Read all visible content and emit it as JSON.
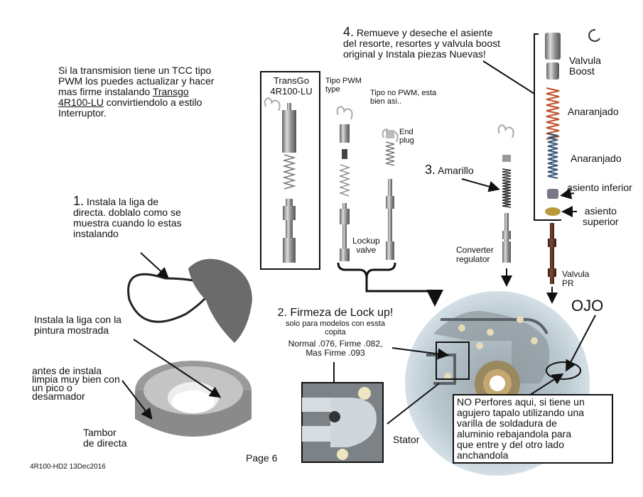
{
  "intro": {
    "line1": "Si la transmision tiene un TCC tipo",
    "line2": "PWM los puedes actualizar y hacer",
    "line3_prefix": "mas firme instalando ",
    "line3_link": "Transgo",
    "line4_link": "4R100-LU",
    "line4_suffix": " convirtiendolo a estilo",
    "line5": "Interruptor."
  },
  "transgo_box": {
    "line1": "TransGo",
    "line2": "4R100-LU"
  },
  "pwm_label": {
    "line1": "Tipo PWM",
    "line2": "type"
  },
  "no_pwm_label": {
    "line1": "Tipo no PWM, esta",
    "line2": "bien asi.."
  },
  "end_plug_label": {
    "line1": "End",
    "line2": "plug"
  },
  "lockup_label": {
    "line1": "Lockup",
    "line2": "valve"
  },
  "step4": {
    "number": "4.",
    "line1": "Remueve y deseche el asiente",
    "line2": "del resorte, resortes y valvula boost",
    "line3": "original y Instala piezas Nuevas!"
  },
  "boost_parts": {
    "valvula_boost": {
      "line1": "Valvula",
      "line2": "Boost"
    },
    "spring1": "Anaranjado",
    "spring2": "Anaranjado",
    "asiento_inferior": "asiento inferior",
    "asiento_superior": {
      "line1": "asiento",
      "line2": "superior"
    }
  },
  "step3": {
    "number": "3.",
    "text": "Amarillo"
  },
  "converter_label": {
    "line1": "Converter",
    "line2": "regulator"
  },
  "pr_label": {
    "line1": "Valvula",
    "line2": "PR"
  },
  "step1": {
    "number": "1.",
    "line1": "Instala la liga de",
    "line2": "directa. doblalo como se",
    "line3": "muestra cuando lo estas",
    "line4": "instalando"
  },
  "paint_note": {
    "line1": "Instala la liga con la",
    "line2": "pintura mostrada"
  },
  "clean_note": {
    "line1": "antes de instala",
    "line2": "limpia muy bien con",
    "line3": "un pico o",
    "line4": "desarmador"
  },
  "drum_label": {
    "line1": "Tambor",
    "line2": "de directa"
  },
  "step2": {
    "number": "2.",
    "title": "Firmeza de Lock up!",
    "sub1": "solo para modelos con essta",
    "sub2": "copita",
    "values1": "Normal .076, Firme .082,",
    "values2": "Mas Firme .093"
  },
  "ojo_label": "OJO",
  "stator_label": "Stator",
  "warning_box": {
    "line1": "NO Perfores aqui, si tiene un",
    "line2": "agujero tapalo utilizando una",
    "line3": "varilla de soldadura de",
    "line4": "aluminio rebajandola para",
    "line5": "que entre y del otro lado",
    "line6": "anchandola"
  },
  "footer": {
    "page": "Page 6",
    "doc_id": "4R100-HD2 13Dec2016"
  },
  "colors": {
    "orange_spring": "#c0502a",
    "blue_spring": "#3a5a7a",
    "pr_valve": "#5a2e22",
    "pump_body": "#c8d4dc",
    "brass": "#b89a3a"
  }
}
